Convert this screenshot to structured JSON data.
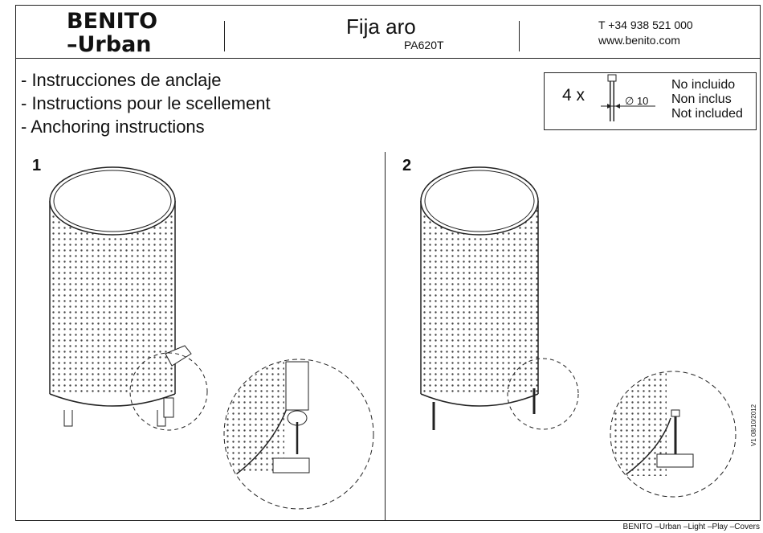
{
  "header": {
    "brand_line1": "BENITO",
    "brand_line2": "–Urban",
    "title": "Fija aro",
    "code": "PA620T",
    "phone": "T +34 938 521 000",
    "website": "www.benito.com"
  },
  "instructions": [
    "- Instrucciones de anclaje",
    "- Instructions pour le scellement",
    "- Anchoring instructions"
  ],
  "hardware": {
    "quantity": "4 x",
    "diameter_symbol": "∅",
    "diameter": "10",
    "not_included": [
      "No incluido",
      "Non inclus",
      "Not included"
    ]
  },
  "steps": [
    "1",
    "2"
  ],
  "footer": "BENITO –Urban –Light –Play –Covers",
  "version": "V1 08/10/2012",
  "colors": {
    "line": "#222222",
    "background": "#ffffff"
  }
}
